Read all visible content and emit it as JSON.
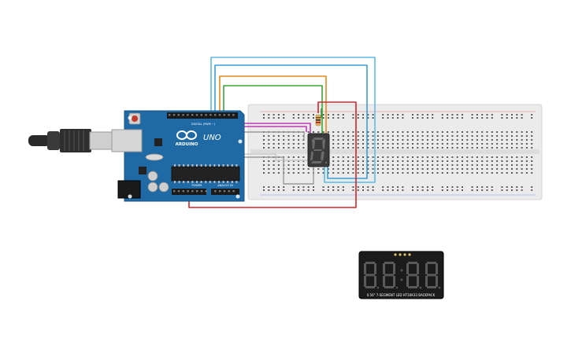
{
  "circuit": {
    "arduino": {
      "logo_text": "ARDUINO",
      "model_text": "UNO",
      "digital_label": "DIGITAL (PWM ~)",
      "power_label": "POWER",
      "analog_label": "ANALOG IN"
    },
    "seven_segment": {
      "display_digit": "8"
    },
    "backpack": {
      "digits": [
        "8",
        "8",
        "8",
        "8"
      ],
      "label": "0.56\" 7-SEGMENT LED HT16K33 BACKPACK"
    },
    "wire_colors": {
      "blue": "#3a9fd8",
      "light_blue": "#5bbce4",
      "orange": "#e8891d",
      "green": "#3aa635",
      "red": "#d4242a",
      "magenta": "#c03ab8",
      "gray": "#9a9a9a",
      "white": "#d9d9d9"
    },
    "board_color": "#1f6aa5",
    "breadboard_color": "#ebebeb"
  }
}
